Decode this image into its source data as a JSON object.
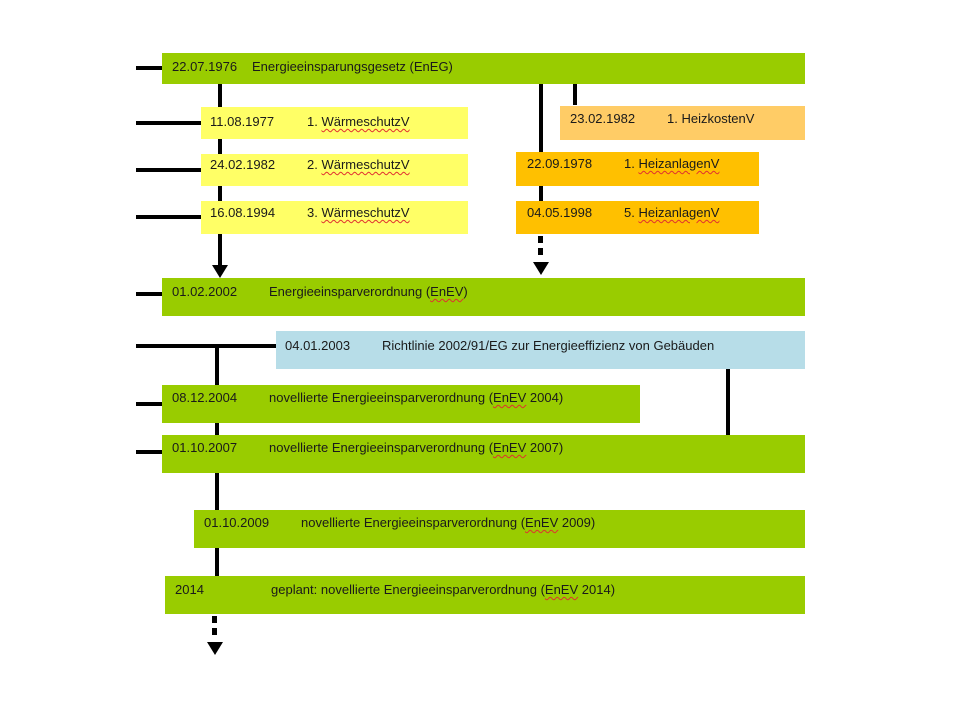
{
  "colors": {
    "law": "#99cc00",
    "waermeschutz": "#ffff66",
    "heizanlagen": "#ffc000",
    "heizkosten": "#ffcc66",
    "eu_directive": "#b7dde8",
    "connector": "#000000"
  },
  "timeline": {
    "eneg": {
      "date": "22.07.1976",
      "title": "Energieeinsparungsgesetz (EnEG)"
    },
    "wsv1": {
      "date": "11.08.1977",
      "title_prefix": "1. ",
      "title_main": "WärmeschutzV"
    },
    "wsv2": {
      "date": "24.02.1982",
      "title_prefix": "2. ",
      "title_main": "WärmeschutzV"
    },
    "wsv3": {
      "date": "16.08.1994",
      "title_prefix": "3. ",
      "title_main": "WärmeschutzV"
    },
    "hkv1": {
      "date": "23.02.1982",
      "title": "1. HeizkostenV"
    },
    "hav1": {
      "date": "22.09.1978",
      "title_prefix": "1. ",
      "title_main": "HeizanlagenV"
    },
    "hav5": {
      "date": "04.05.1998",
      "title_prefix": "5. ",
      "title_main": "HeizanlagenV"
    },
    "enev2002": {
      "date": "01.02.2002",
      "title_prefix": "Energieeinsparverordnung  (",
      "title_main": "EnEV",
      "title_suffix": ")"
    },
    "eu2003": {
      "date": "04.01.2003",
      "title": "Richtlinie 2002/91/EG  zur Energieeffizienz von Gebäuden"
    },
    "enev2004": {
      "date": "08.12.2004",
      "title_prefix": "novellierte  Energieeinsparverordnung  (",
      "title_main": "EnEV",
      "title_suffix": " 2004)"
    },
    "enev2007": {
      "date": "01.10.2007",
      "title_prefix": "novellierte  Energieeinsparverordnung  (",
      "title_main": "EnEV",
      "title_suffix": " 2007)"
    },
    "enev2009": {
      "date": "01.10.2009",
      "title_prefix": "novellierte  Energieeinsparverordnung  (",
      "title_main": "EnEV",
      "title_suffix": " 2009)"
    },
    "enev2014": {
      "date": "2014",
      "title_prefix": "geplant: novellierte  Energieeinsparverordnung  (",
      "title_main": "EnEV",
      "title_suffix": " 2014)"
    }
  }
}
